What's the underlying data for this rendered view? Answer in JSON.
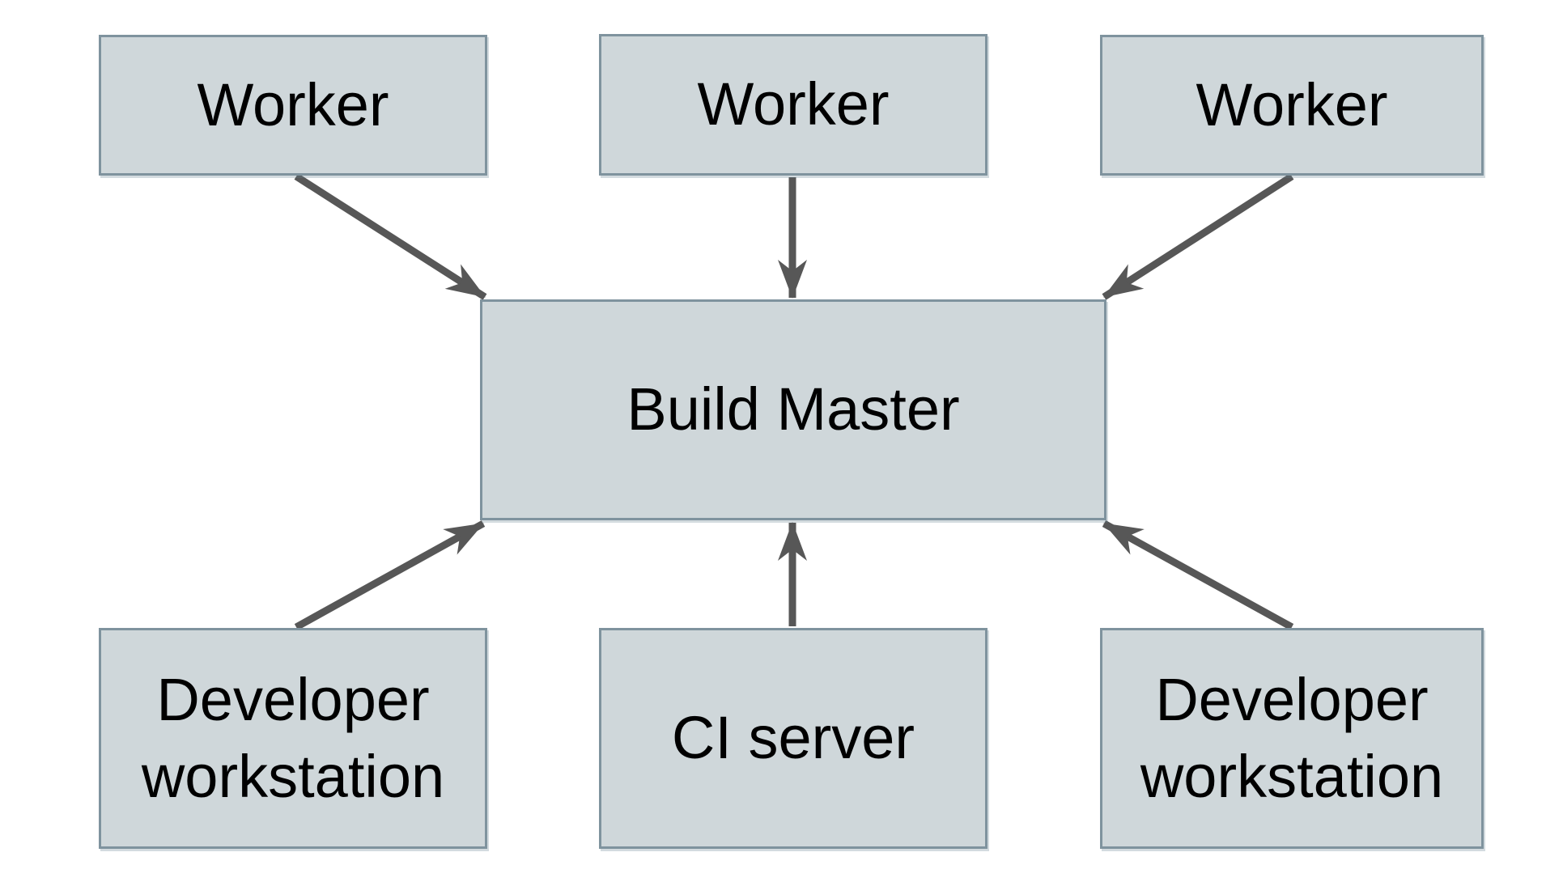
{
  "diagram": {
    "nodes": [
      {
        "id": "worker-1",
        "label": "Worker"
      },
      {
        "id": "worker-2",
        "label": "Worker"
      },
      {
        "id": "worker-3",
        "label": "Worker"
      },
      {
        "id": "build-master",
        "label": "Build Master"
      },
      {
        "id": "developer-workstation-left",
        "label": "Developer workstation"
      },
      {
        "id": "ci-server",
        "label": "CI server"
      },
      {
        "id": "developer-workstation-right",
        "label": "Developer workstation"
      }
    ],
    "edges": [
      {
        "from": "worker-1",
        "to": "build-master"
      },
      {
        "from": "worker-2",
        "to": "build-master"
      },
      {
        "from": "worker-3",
        "to": "build-master"
      },
      {
        "from": "developer-workstation-left",
        "to": "build-master"
      },
      {
        "from": "ci-server",
        "to": "build-master"
      },
      {
        "from": "developer-workstation-right",
        "to": "build-master"
      }
    ],
    "colors": {
      "node_fill": "#cfd7da",
      "node_border": "#7f939e",
      "arrow": "#575757",
      "text": "#000000",
      "background": "#ffffff"
    }
  }
}
